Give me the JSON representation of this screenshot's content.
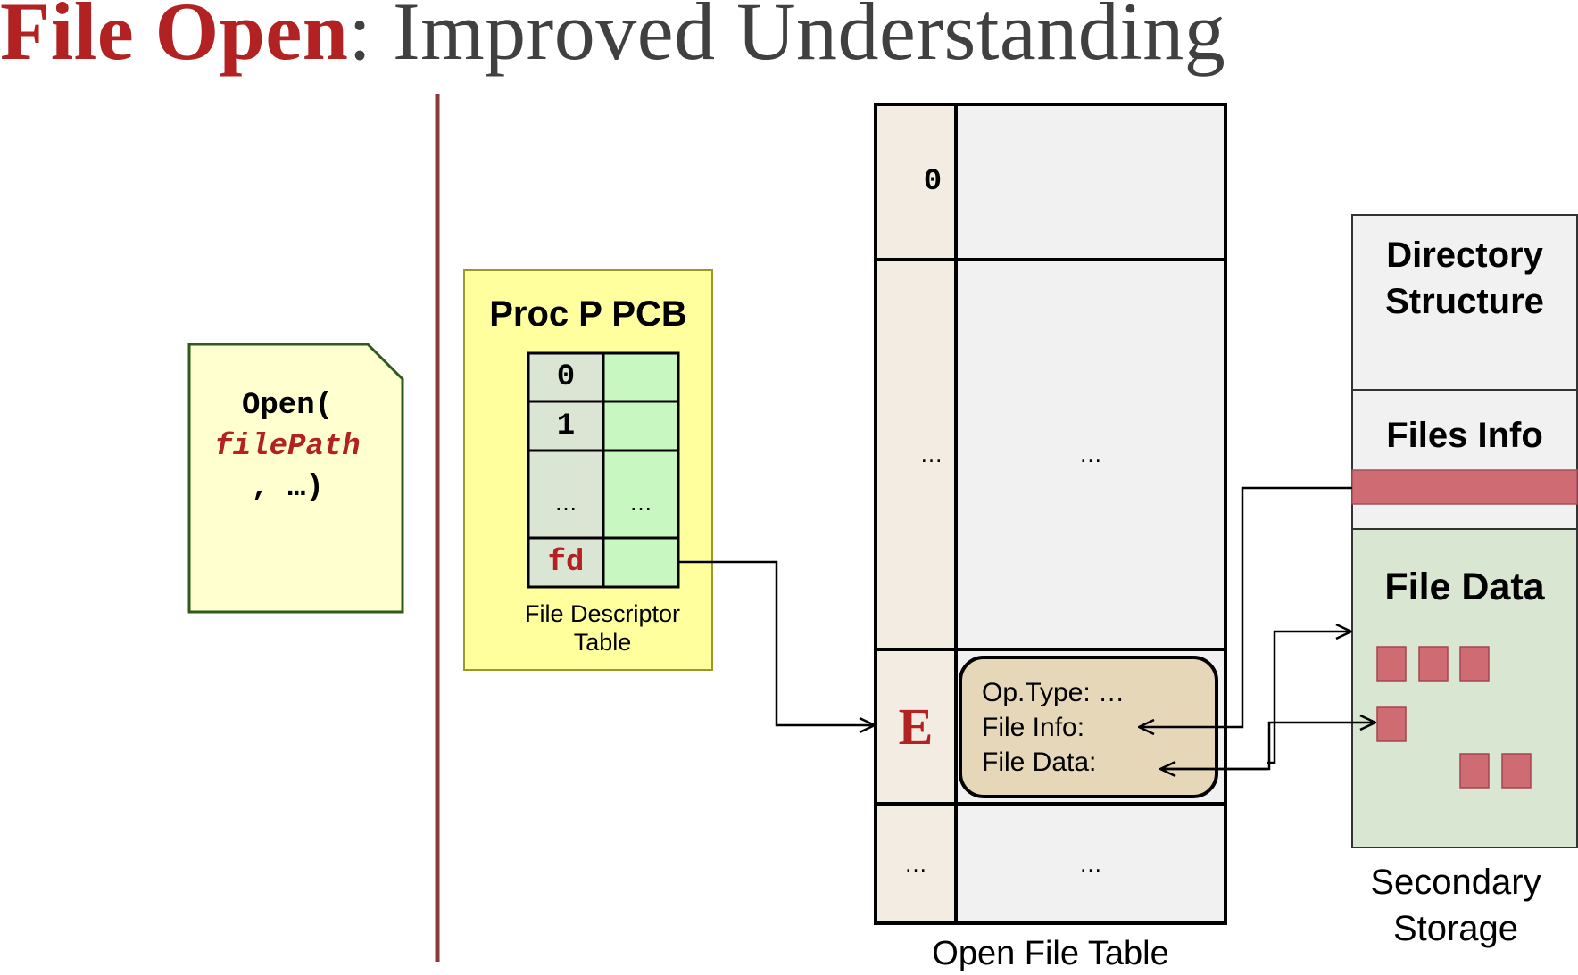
{
  "title": {
    "highlight": "File Open",
    "rest": ": Improved Understanding"
  },
  "open_call": {
    "line1": "Open(",
    "line2": "filePath",
    "line3": ", …)"
  },
  "pcb": {
    "title": "Proc P PCB",
    "rows": [
      {
        "index": "0",
        "value": ""
      },
      {
        "index": "1",
        "value": ""
      },
      {
        "index": "…",
        "value": "…"
      },
      {
        "index": "fd",
        "value": ""
      }
    ],
    "caption_line1": "File Descriptor",
    "caption_line2": "Table"
  },
  "open_file_table": {
    "rows": [
      {
        "index": "0",
        "value": ""
      },
      {
        "index": "…",
        "value": "…"
      },
      {
        "index": "E",
        "value": ""
      },
      {
        "index": "…",
        "value": "…"
      }
    ],
    "entry": {
      "line1": "Op.Type: …",
      "line2": "File Info:",
      "line3": "File Data:"
    },
    "caption": "Open File Table"
  },
  "storage": {
    "directory_line1": "Directory",
    "directory_line2": "Structure",
    "files_info": "Files Info",
    "file_data": "File Data",
    "caption_line1": "Secondary",
    "caption_line2": "Storage"
  },
  "colors": {
    "title_highlight": "#b22222",
    "divider": "#8b3a3a",
    "note_fill": "#ffffd0",
    "note_border": "#2e5a1c",
    "pcb_fill": "#ffff9e",
    "fd_index_fill": "#dbe5d4",
    "fd_value_fill": "#c9f7c1",
    "oft_index_fill": "#f3ece2",
    "oft_value_fill": "#f1f1f1",
    "entry_fill": "#e6d7b8",
    "storage_fill": "#f1f1f1",
    "files_info_bar": "#cf6b73",
    "file_data_fill": "#d8e6d2",
    "block_fill": "#cf6b73"
  }
}
